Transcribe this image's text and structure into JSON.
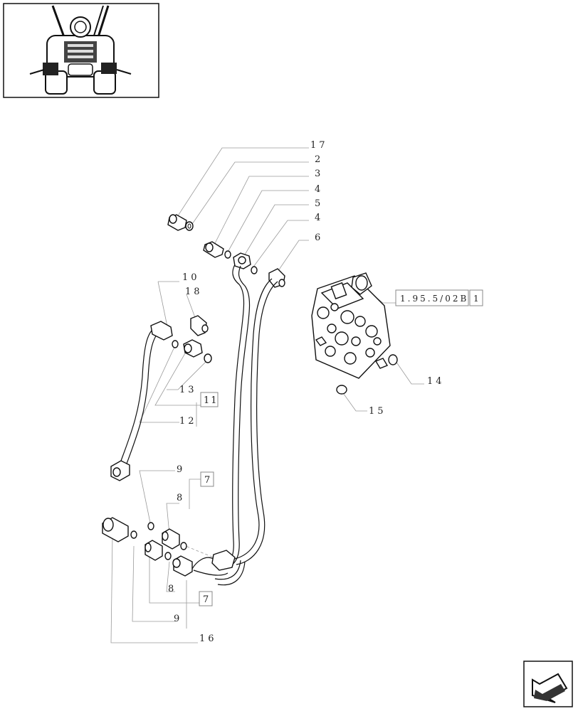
{
  "reference": {
    "code": "1.95.5/02B",
    "page": "1"
  },
  "callouts": [
    {
      "id": "c17",
      "label": "17"
    },
    {
      "id": "c2",
      "label": "2"
    },
    {
      "id": "c3",
      "label": "3"
    },
    {
      "id": "c4a",
      "label": "4"
    },
    {
      "id": "c5",
      "label": "5"
    },
    {
      "id": "c4b",
      "label": "4"
    },
    {
      "id": "c6",
      "label": "6"
    },
    {
      "id": "c10",
      "label": "10"
    },
    {
      "id": "c18",
      "label": "18"
    },
    {
      "id": "c13",
      "label": "13"
    },
    {
      "id": "c12",
      "label": "12"
    },
    {
      "id": "c14",
      "label": "14"
    },
    {
      "id": "c15",
      "label": "15"
    },
    {
      "id": "c9a",
      "label": "9"
    },
    {
      "id": "c8a",
      "label": "8"
    },
    {
      "id": "c8b",
      "label": "8"
    },
    {
      "id": "c9b",
      "label": "9"
    },
    {
      "id": "c16",
      "label": "16"
    }
  ],
  "boxed": [
    {
      "id": "b11",
      "label": "11"
    },
    {
      "id": "b7a",
      "label": "7"
    },
    {
      "id": "b7b",
      "label": "7"
    }
  ],
  "icons": {
    "thumbnail": "tractor-rear-view-icon",
    "nav": "previous-page-arrow-icon"
  }
}
